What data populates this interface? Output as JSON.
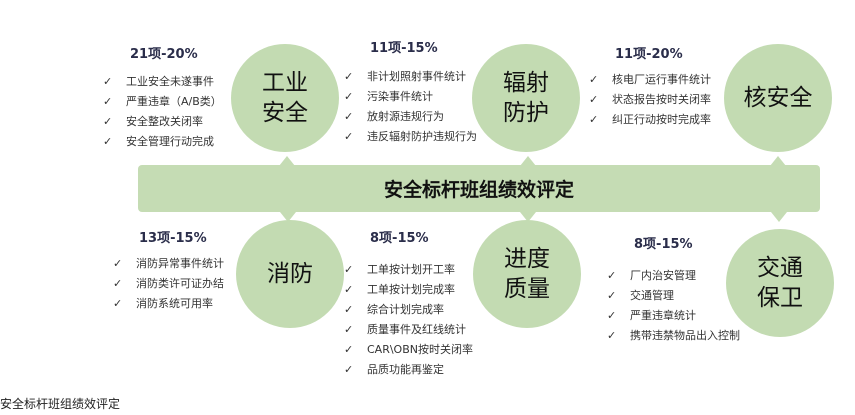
{
  "banner_title": "安全标杆班组绩效评定",
  "caption": "安全标杆班组绩效评定",
  "check_icon": "✓",
  "categories": [
    {
      "name": "工业安全",
      "header": "21项-20%",
      "items": [
        "工业安全未遂事件",
        "严重违章（A/B类）",
        "安全整改关闭率",
        "安全管理行动完成"
      ]
    },
    {
      "name": "辐射防护",
      "header": "11项-15%",
      "items": [
        "非计划照射事件统计",
        "污染事件统计",
        "放射源违规行为",
        "违反辐射防护违规行为"
      ]
    },
    {
      "name": "核安全",
      "header": "11项-20%",
      "items": [
        "核电厂运行事件统计",
        "状态报告按时关闭率",
        "纠正行动按时完成率"
      ]
    },
    {
      "name": "消防",
      "header": "13项-15%",
      "items": [
        "消防异常事件统计",
        "消防类许可证办结",
        "消防系统可用率"
      ]
    },
    {
      "name": "进度质量",
      "header": "8项-15%",
      "items": [
        "工单按计划开工率",
        "工单按计划完成率",
        "综合计划完成率",
        "质量事件及红线统计",
        "CAR\\OBN按时关闭率",
        "品质功能再鉴定"
      ]
    },
    {
      "name": "交通保卫",
      "header": "8项-15%",
      "items": [
        "厂内治安管理",
        "交通管理",
        "严重违章统计",
        "携带违禁物品出入控制"
      ]
    }
  ],
  "colors": {
    "circle": "#c3dbb2",
    "banner": "#c5dcb4",
    "header": "#2a2d4a"
  }
}
